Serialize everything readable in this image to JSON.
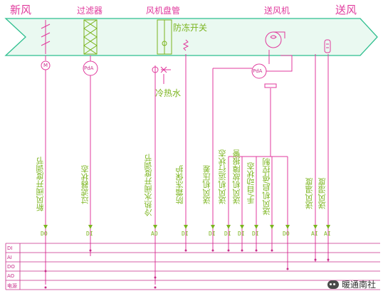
{
  "header": {
    "fresh_air": "新风",
    "filter": "过滤器",
    "coil": "风机盘管",
    "fan": "送风机",
    "supply_air": "送风"
  },
  "equipment": {
    "antifreeze_switch": "防冻开关",
    "chilled_hot_water": "冷热水",
    "damper_motor": "M",
    "filter_pda": "PdA",
    "fan_pda": "PdA"
  },
  "signals": [
    {
      "label": "新风阀开度调节",
      "type": "DO"
    },
    {
      "label": "过滤器状态",
      "type": "DI"
    },
    {
      "label": "冷热水阀开度调节",
      "type": "AO"
    },
    {
      "label": "防霜冻保护",
      "type": "DI"
    },
    {
      "label": "送风机压差",
      "type": "DI"
    },
    {
      "label": "送风机运行状态",
      "type": "DI"
    },
    {
      "label": "送风机故障报警",
      "type": "DI"
    },
    {
      "label": "手/自动状态",
      "type": "DI"
    },
    {
      "label": "送风机启/停控制",
      "type": "DO"
    },
    {
      "label": "送风温度",
      "type": "AI"
    },
    {
      "label": "送风湿度",
      "type": "AI"
    }
  ],
  "bus_rows": [
    "DI",
    "AI",
    "DO",
    "AO",
    "电源"
  ],
  "watermark": "暖通南社",
  "colors": {
    "duct": "#2fbf8f",
    "duct_fill": "#eaf9f1",
    "pink": "#e0399c",
    "green": "#7bb41e"
  }
}
